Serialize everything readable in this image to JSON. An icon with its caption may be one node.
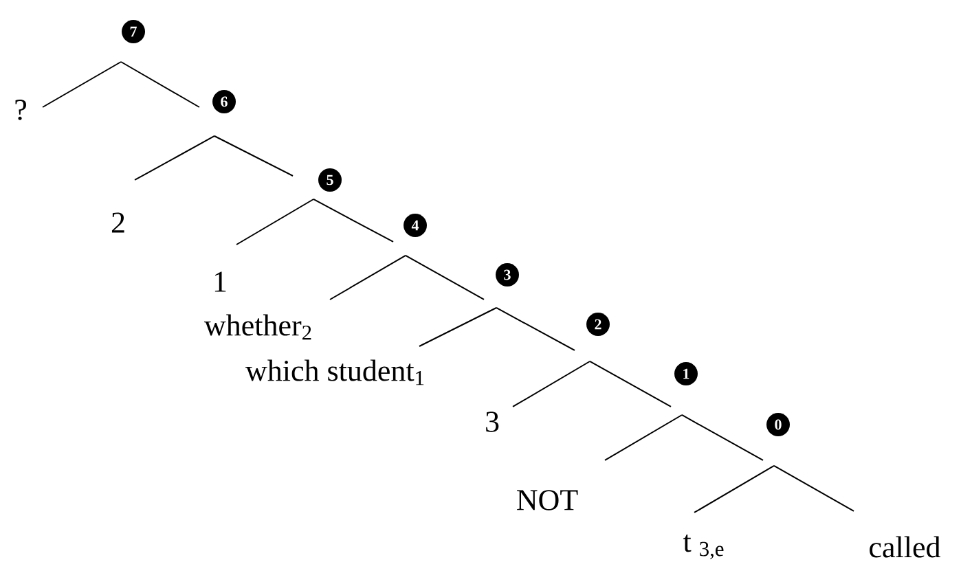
{
  "diagram": {
    "nodes": [
      {
        "text": [
          "7"
        ]
      },
      {
        "text": [
          "?"
        ]
      },
      {
        "text": [
          "6"
        ]
      },
      {
        "text": [
          "2"
        ]
      },
      {
        "text": [
          "5"
        ]
      },
      {
        "text": [
          "1"
        ]
      },
      {
        "text": [
          "4"
        ]
      },
      {
        "text": [
          "whether$_{2}$"
        ]
      },
      {
        "text": [
          "3"
        ]
      },
      {
        "text": [
          "which student$_{1}$"
        ]
      },
      {
        "text": [
          "2"
        ]
      },
      {
        "text": [
          "3"
        ]
      },
      {
        "text": [
          "1"
        ]
      },
      {
        "text": [
          "NOT"
        ]
      },
      {
        "text": [
          "0"
        ]
      },
      {
        "text": [
          "t $_{3,e}$"
        ]
      },
      {
        "text": [
          "called"
        ]
      }
    ],
    "edges": [
      {
        "from": 0,
        "to": 1,
        "arrow": "none"
      },
      {
        "from": 0,
        "to": 2,
        "arrow": "none"
      },
      {
        "from": 2,
        "to": 3,
        "arrow": "none"
      },
      {
        "from": 2,
        "to": 4,
        "arrow": "none"
      },
      {
        "from": 4,
        "to": 5,
        "arrow": "none"
      },
      {
        "from": 4,
        "to": 6,
        "arrow": "none"
      },
      {
        "from": 6,
        "to": 7,
        "arrow": "none"
      },
      {
        "from": 6,
        "to": 8,
        "arrow": "none"
      },
      {
        "from": 8,
        "to": 9,
        "arrow": "none"
      },
      {
        "from": 8,
        "to": 10,
        "arrow": "none"
      },
      {
        "from": 10,
        "to": 11,
        "arrow": "none"
      },
      {
        "from": 10,
        "to": 12,
        "arrow": "none"
      },
      {
        "from": 12,
        "to": 13,
        "arrow": "none"
      },
      {
        "from": 12,
        "to": 14,
        "arrow": "none"
      },
      {
        "from": 14,
        "to": 15,
        "arrow": "none"
      },
      {
        "from": 14,
        "to": 16,
        "arrow": "none"
      }
    ]
  }
}
